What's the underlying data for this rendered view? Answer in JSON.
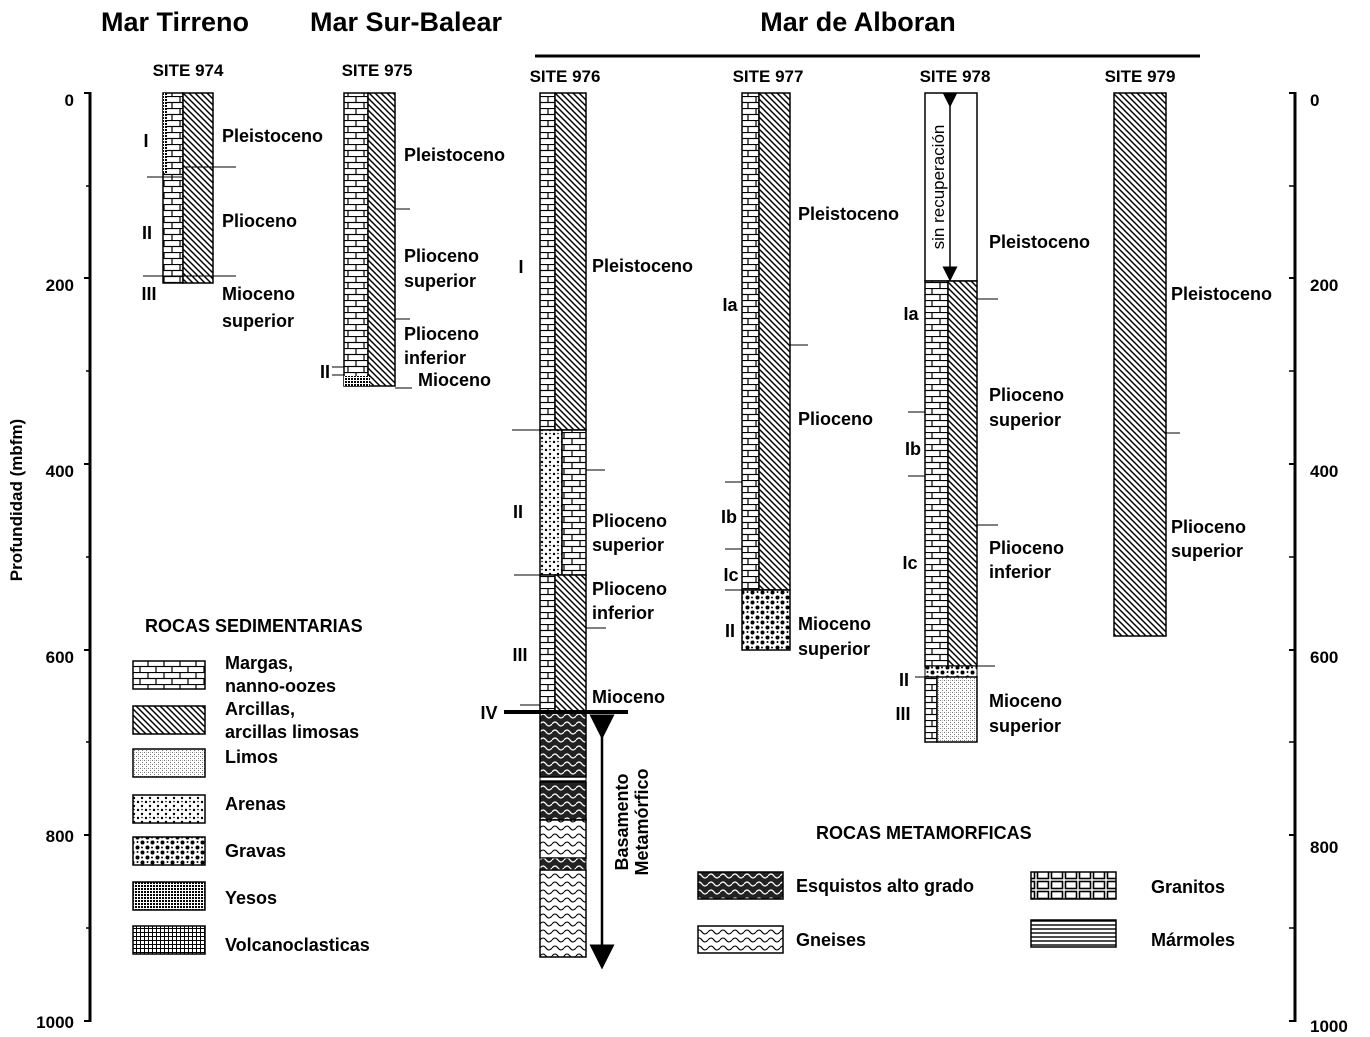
{
  "regions": {
    "tirreno": "Mar Tirreno",
    "surbalear": "Mar Sur-Balear",
    "alboran": "Mar de Alboran"
  },
  "depth_axis": {
    "label": "Profundidad (mbfm)",
    "left_ticks": [
      "0",
      "200",
      "400",
      "600",
      "800",
      "1000"
    ],
    "right_ticks": [
      "0",
      "200",
      "400",
      "600",
      "800",
      "1000"
    ]
  },
  "sites": [
    {
      "name": "SITE 974",
      "units": [
        "I",
        "II",
        "III"
      ],
      "ages": [
        "Pleistoceno",
        "Plioceno",
        "Mioceno",
        "superior"
      ]
    },
    {
      "name": "SITE 975",
      "units": [
        "II"
      ],
      "ages": [
        "Pleistoceno",
        "Plioceno",
        "superior",
        "Plioceno",
        "inferior",
        "Mioceno"
      ]
    },
    {
      "name": "SITE 976",
      "units": [
        "I",
        "II",
        "III",
        "IV"
      ],
      "ages": [
        "Pleistoceno",
        "Plioceno",
        "superior",
        "Plioceno",
        "inferior",
        "Mioceno"
      ],
      "basement": [
        "Basamento",
        "Metamórfico"
      ]
    },
    {
      "name": "SITE 977",
      "units": [
        "Ia",
        "Ib",
        "Ic",
        "II"
      ],
      "ages": [
        "Pleistoceno",
        "Plioceno",
        "Mioceno",
        "superior"
      ]
    },
    {
      "name": "SITE 978",
      "units": [
        "Ia",
        "Ib",
        "Ic",
        "II",
        "III"
      ],
      "ages": [
        "Pleistoceno",
        "Plioceno",
        "superior",
        "Plioceno",
        "inferior",
        "Mioceno",
        "superior"
      ],
      "no_recovery": "sin recuperación"
    },
    {
      "name": "SITE 979",
      "ages": [
        "Pleistoceno",
        "Plioceno",
        "superior"
      ]
    }
  ],
  "legend_sedimentary": {
    "title": "ROCAS SEDIMENTARIAS",
    "items": [
      {
        "line1": "Margas,",
        "line2": "nanno-oozes",
        "pattern": "margas"
      },
      {
        "line1": "Arcillas,",
        "line2": "arcillas limosas",
        "pattern": "arcillas"
      },
      {
        "line1": "Limos",
        "line2": "",
        "pattern": "limos"
      },
      {
        "line1": "Arenas",
        "line2": "",
        "pattern": "arenas"
      },
      {
        "line1": "Gravas",
        "line2": "",
        "pattern": "gravas"
      },
      {
        "line1": "Yesos",
        "line2": "",
        "pattern": "yesos"
      },
      {
        "line1": "Volcanoclasticas",
        "line2": "",
        "pattern": "volcano"
      }
    ]
  },
  "legend_metamorphic": {
    "title": "ROCAS METAMORFICAS",
    "items": [
      {
        "label": "Esquistos alto grado",
        "pattern": "esquistos"
      },
      {
        "label": "Granitos",
        "pattern": "granitos"
      },
      {
        "label": "Gneises",
        "pattern": "gneises"
      },
      {
        "label": "Mármoles",
        "pattern": "marmoles"
      }
    ]
  }
}
